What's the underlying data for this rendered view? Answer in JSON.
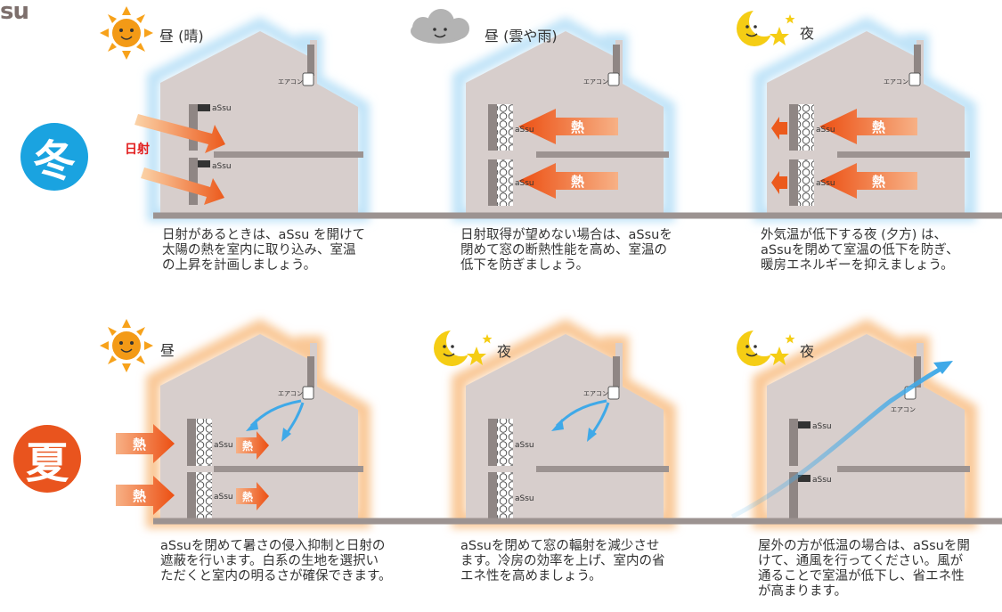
{
  "logo": "su",
  "seasons": {
    "winter": "冬",
    "summer": "夏"
  },
  "labels": {
    "assu": "aSsu",
    "aircon": "エアコン",
    "heat": "熱",
    "solar": "日射"
  },
  "winter": {
    "panels": [
      {
        "header": "昼 (晴)",
        "description": [
          "日射があるときは、aSsu を開けて",
          "太陽の熱を室内に取り込み、室温",
          "の上昇を計画しましょう。"
        ]
      },
      {
        "header": "昼 (雲や雨)",
        "description": [
          "日射取得が望めない場合は、aSsuを",
          "閉めて窓の断熱性能を高め、室温の",
          "低下を防ぎましょう。"
        ]
      },
      {
        "header": "夜",
        "description": [
          "外気温が低下する夜 (夕方) は、",
          "aSsuを閉めて室温の低下を防ぎ、",
          "暖房エネルギーを抑えましょう。"
        ]
      }
    ]
  },
  "summer": {
    "panels": [
      {
        "header": "昼",
        "description": [
          "aSsuを閉めて暑さの侵入抑制と日射の",
          "遮蔽を行います。白系の生地を選択い",
          "ただくと室内の明るさが確保できます。"
        ]
      },
      {
        "header": "夜",
        "description": [
          "aSsuを閉めて窓の輻射を減少させ",
          "ます。冷房の効率を上げ、室内の省",
          "エネ性を高めましょう。"
        ]
      },
      {
        "header": "夜",
        "description": [
          "屋外の方が低温の場合は、aSsuを開",
          "けて、通風を行ってください。風が",
          "通ることで室温が低下し、省エネ性",
          "が高まります。"
        ]
      }
    ]
  },
  "colors": {
    "house": "#d7cecc",
    "floor": "#9c9391",
    "cold_glow": "#bfe3f8",
    "warm_glow": "#f9c896",
    "heat_arrow": "#ec5a1c",
    "solar_arrow": "#f08a30",
    "wind": "#3fa9e8",
    "sun": "#f7a21b",
    "moon": "#f5cd14",
    "cloud": "#b3b3b3",
    "winter": "#1aa3e0",
    "summer": "#e9541e"
  }
}
